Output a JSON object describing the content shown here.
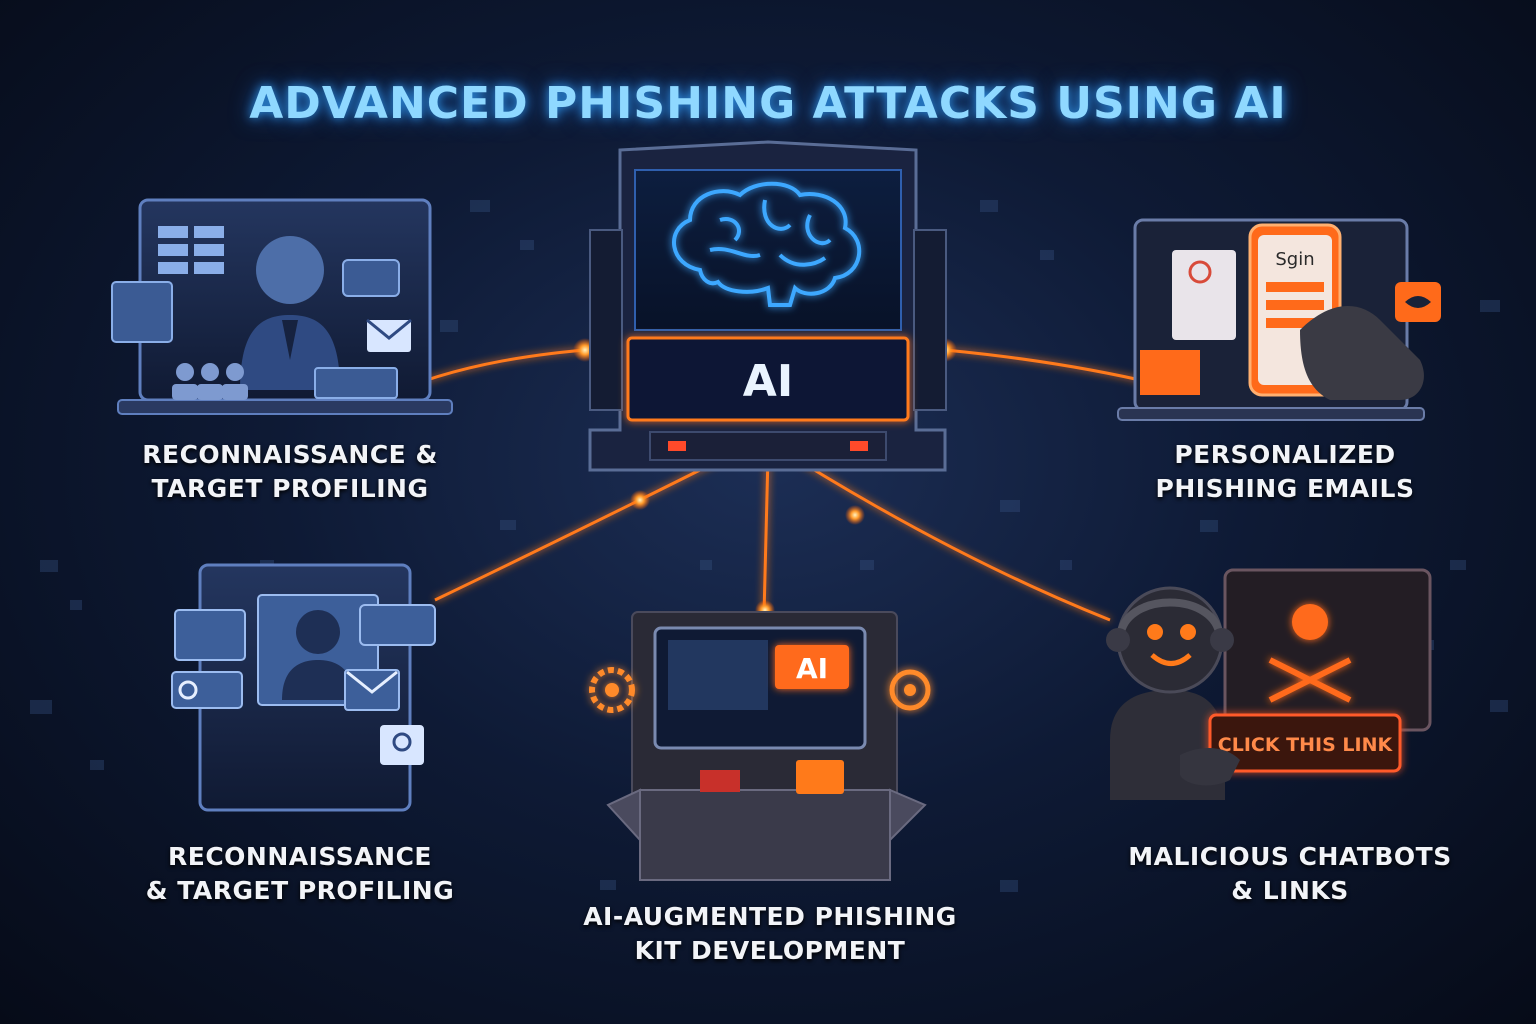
{
  "title": "ADVANCED PHISHING ATTACKS USING AI",
  "hub": {
    "label": "AI"
  },
  "nodes": {
    "top_left": {
      "caption_lines": [
        "RECONNAISSANCE &",
        "TARGET PROFILING"
      ]
    },
    "top_right": {
      "caption_lines": [
        "PERSONALIZED",
        "PHISHING EMAILS"
      ],
      "screen_text": "Sgin"
    },
    "bottom_left": {
      "caption_lines": [
        "RECONNAISSANCE",
        "& TARGET PROFILING"
      ]
    },
    "bottom_center": {
      "caption_lines": [
        "AI-AUGMENTED PHISHING",
        "KIT DEVELOPMENT"
      ],
      "badge": "AI"
    },
    "bottom_right": {
      "caption_lines": [
        "MALICIOUS CHATBOTS",
        "& LINKS"
      ],
      "button_text": "CLICK THIS LINK"
    }
  },
  "colors": {
    "accent_orange": "#ff7a1a",
    "accent_blue": "#3ea8ff",
    "title": "#8fd8ff"
  }
}
